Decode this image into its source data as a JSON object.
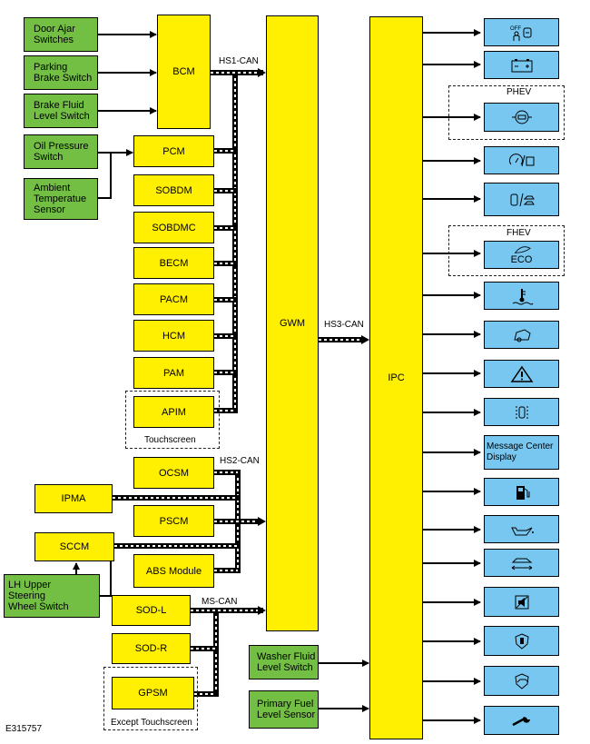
{
  "inputs": {
    "door_ajar": "Door Ajar\nSwitches",
    "parking_brake": "Parking\nBrake Switch",
    "brake_fluid": "Brake Fluid\nLevel Switch",
    "oil_pressure": "Oil Pressure\nSwitch",
    "ambient_temp": "Ambient\nTemperatue\nSensor",
    "lh_upper": "LH Upper\nSteering\nWheel Switch",
    "washer_fluid": "Washer Fluid\nLevel Switch",
    "primary_fuel": "Primary Fuel\nLevel Sensor"
  },
  "modules": {
    "bcm": "BCM",
    "pcm": "PCM",
    "sobdm": "SOBDM",
    "sobdmc": "SOBDMC",
    "becm": "BECM",
    "pacm": "PACM",
    "hcm": "HCM",
    "pam": "PAM",
    "apim": "APIM",
    "ocsm": "OCSM",
    "ipma": "IPMA",
    "pscm": "PSCM",
    "sccm": "SCCM",
    "abs": "ABS Module",
    "sodl": "SOD-L",
    "sodr": "SOD-R",
    "gpsm": "GPSM",
    "gwm": "GWM",
    "ipc": "IPC"
  },
  "buses": {
    "hs1": "HS1-CAN",
    "hs2": "HS2-CAN",
    "hs3": "HS3-CAN",
    "ms": "MS-CAN"
  },
  "groups": {
    "touchscreen": "Touchscreen",
    "except_touchscreen": "Except Touchscreen",
    "phev": "PHEV",
    "fhev": "FHEV"
  },
  "indicators": {
    "off_text": "OFF",
    "eco_text": "ECO",
    "message_center": "Message Center\nDisplay"
  },
  "figure_id": "E315757",
  "icon_names": [
    "seatbelt-off-icon",
    "battery-icon",
    "phev-circle-icon",
    "cruise-driver-assist-icon",
    "vehicle-ahead-icon",
    "eco-leaf-icon",
    "coolant-temp-icon",
    "engine-icon",
    "warning-triangle-icon",
    "lane-vehicle-icon",
    "fuel-pump-icon",
    "oil-can-icon",
    "traction-icon",
    "speaker-muted-icon",
    "shield-key-icon",
    "shield-car-icon",
    "wrench-icon"
  ],
  "colors": {
    "input": "#72bf44",
    "module": "#ffef00",
    "indicator": "#78c7f0",
    "bus": "#000000"
  }
}
